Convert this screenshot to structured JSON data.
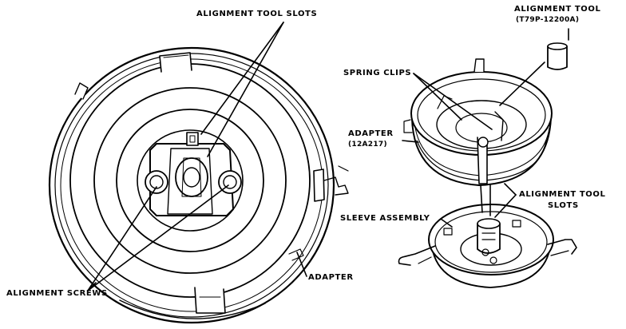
{
  "labels": {
    "alignment_tool_slots_top": "ALIGNMENT TOOL SLOTS",
    "alignment_tool": "ALIGNMENT TOOL",
    "alignment_tool_part": "(T79P-12200A)",
    "spring_clips": "SPRING CLIPS",
    "adapter_side": "ADAPTER",
    "adapter_part": "(12A217)",
    "alignment_tool_slots_right_1": "ALIGNMENT TOOL",
    "alignment_tool_slots_right_2": "SLOTS",
    "sleeve_assembly": "SLEEVE ASSEMBLY",
    "adapter_bottom": "ADAPTER",
    "alignment_screws": "ALIGNMENT SCREWS"
  }
}
